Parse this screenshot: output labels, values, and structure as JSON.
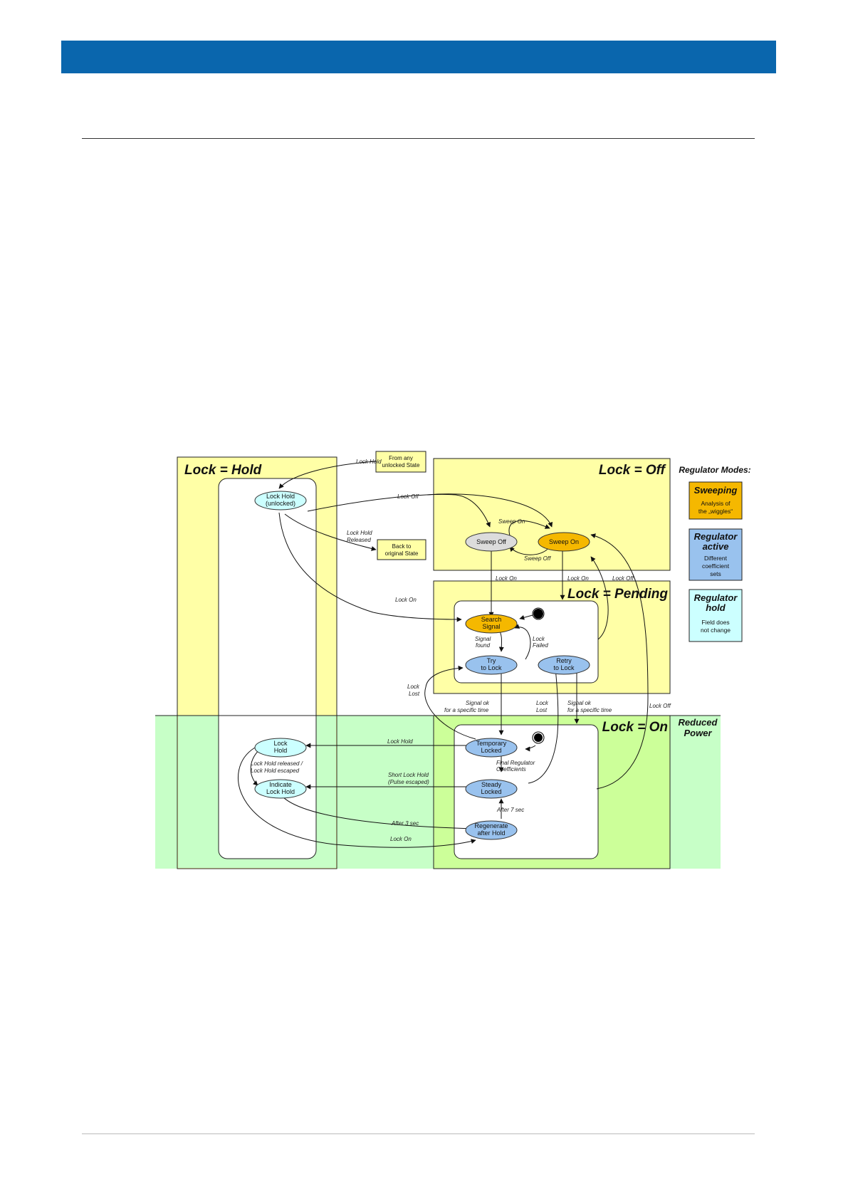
{
  "colors": {
    "header": "#0a66ad",
    "yellow_zone": "#ffffa6",
    "green_zone": "#c7ffc7",
    "green_strong": "#ccff99",
    "sweep_orange": "#f5b800",
    "regulator_blue": "#99c2ee",
    "hold_cyan": "#ccffff",
    "gray_node": "#dcdcdc"
  },
  "regions": {
    "hold": "Lock = Hold",
    "off": "Lock = Off",
    "pending": "Lock = Pending",
    "on": "Lock = On",
    "reduced_power_1": "Reduced",
    "reduced_power_2": "Power"
  },
  "legend": {
    "title": "Regulator Modes:",
    "sweeping": {
      "title": "Sweeping",
      "line1": "Analysis of",
      "line2": "the „wiggles“"
    },
    "active": {
      "title1": "Regulator",
      "title2": "active",
      "line1": "Different",
      "line2": "coefficient",
      "line3": "sets"
    },
    "hold": {
      "title1": "Regulator",
      "title2": "hold",
      "line1": "Field does",
      "line2": "not change"
    }
  },
  "boxes": {
    "from_any_1": "From any",
    "from_any_2": "unlocked State",
    "back_1": "Back to",
    "back_2": "original State"
  },
  "nodes": {
    "lock_hold_unlocked_1": "Lock Hold",
    "lock_hold_unlocked_2": "(unlocked)",
    "sweep_off": "Sweep Off",
    "sweep_on": "Sweep On",
    "search_signal_1": "Search",
    "search_signal_2": "Signal",
    "try_lock_1": "Try",
    "try_lock_2": "to Lock",
    "retry_lock_1": "Retry",
    "retry_lock_2": "to Lock",
    "temp_locked_1": "Temporary",
    "temp_locked_2": "Locked",
    "steady_locked_1": "Steady",
    "steady_locked_2": "Locked",
    "regenerate_1": "Regenerate",
    "regenerate_2": "after Hold",
    "lock_hold_1": "Lock",
    "lock_hold_2": "Hold",
    "indicate_hold_1": "Indicate",
    "indicate_hold_2": "Lock Hold"
  },
  "edges": {
    "lock_hold_from_any": "Lock Hold",
    "lock_off_top": "Lock Off",
    "lock_hold_released_1": "Lock Hold",
    "lock_hold_released_2": "Released",
    "sweep_on": "Sweep On",
    "sweep_off": "Sweep Off",
    "lock_on_1": "Lock On",
    "lock_on_2": "Lock On",
    "lock_off_2": "Lock Off",
    "lock_on_hold": "Lock On",
    "signal_found_1": "Signal",
    "signal_found_2": "found",
    "lock_failed_1": "Lock",
    "lock_failed_2": "Failed",
    "lock_lost_1a": "Lock",
    "lock_lost_1b": "Lost",
    "signal_ok_1a": "Signal ok",
    "signal_ok_1b": "for a specific time",
    "lock_lost_2a": "Lock",
    "lock_lost_2b": "Lost",
    "signal_ok_2a": "Signal ok",
    "signal_ok_2b": "for a specific time",
    "lock_off_right": "Lock Off",
    "lock_hold_on": "Lock Hold",
    "final_reg_1": "Final Regulator",
    "final_reg_2": "Coefficients",
    "short_lock_hold_1": "Short Lock Hold",
    "short_lock_hold_2": "(Pulse escaped)",
    "lock_hold_released_esc_1": "Lock Hold released /",
    "lock_hold_released_esc_2": "Lock Hold escaped",
    "after_3": "After 3 sec",
    "after_7": "After 7 sec",
    "lock_on_bottom": "Lock On"
  }
}
